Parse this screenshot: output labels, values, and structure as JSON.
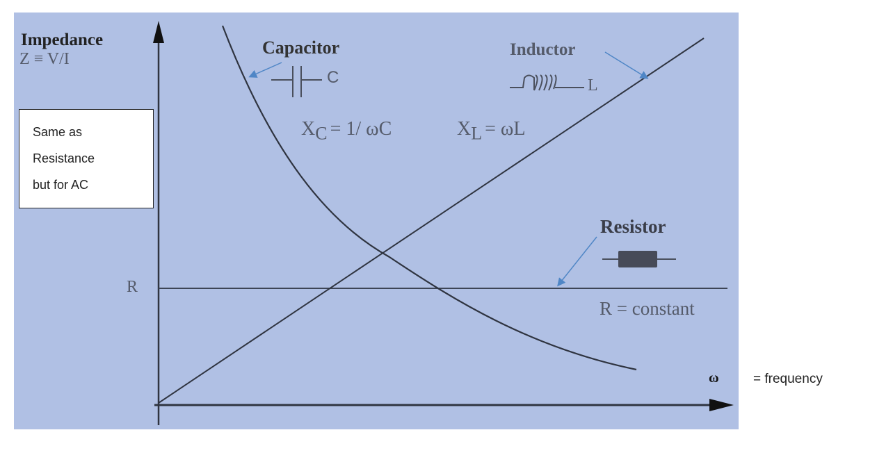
{
  "y_axis": {
    "title": "Impedance",
    "subtitle": "Z ≡ V/I",
    "r_tick": "R"
  },
  "x_axis": {
    "symbol": "ω",
    "note": "= frequency"
  },
  "note_box": {
    "lines": [
      "Same as",
      "Resistance",
      "but for AC"
    ]
  },
  "capacitor": {
    "label": "Capacitor",
    "symbol_label": "C",
    "formula_main": "X",
    "formula_sub": "C",
    "formula_rest": "= 1/ ωC"
  },
  "inductor": {
    "label": "Inductor",
    "symbol_label": "L",
    "formula_main": "X",
    "formula_sub": "L",
    "formula_rest": "= ωL"
  },
  "resistor": {
    "label": "Resistor",
    "formula": "R = constant"
  },
  "colors": {
    "background": "#b0c0e4",
    "line": "#2f3440",
    "arrow": "#4f86c6"
  }
}
